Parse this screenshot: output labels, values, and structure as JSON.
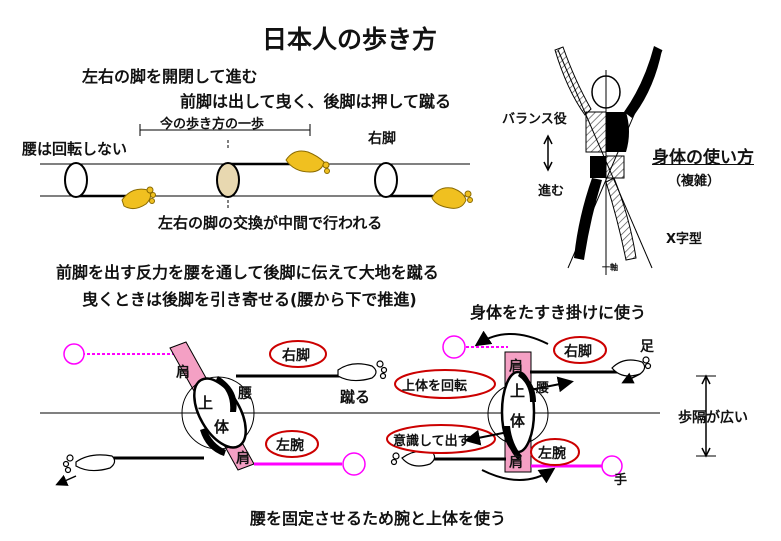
{
  "title": "日本人の歩き方",
  "top_diagram": {
    "line1": "左右の脚を開閉して進む",
    "line2": "前脚は出して曳く、後脚は押して蹴る",
    "step_label": "今の歩き方の一歩",
    "waist_label": "腰は回転しない",
    "right_leg_label": "右脚",
    "exchange_label": "左右の脚の交換が中間で行われる"
  },
  "figure": {
    "balance_label": "バランス役",
    "advance_label": "進む",
    "body_use_title": "身体の使い方",
    "body_use_sub": "（複雑）",
    "x_shape_label": "X字型",
    "axis_label": "一軸"
  },
  "middle_text": {
    "line1": "前脚を出す反力を腰を通して後脚に伝えて大地を蹴る",
    "line2": "曳くときは後脚を引き寄せる(腰から下で推進)"
  },
  "bottom_left": {
    "right_leg_label": "右脚",
    "left_arm_label": "左腕",
    "shoulder_top": "肩",
    "shoulder_bottom": "肩",
    "upper": "上",
    "body": "体",
    "waist": "腰",
    "kick": "蹴る"
  },
  "bottom_right": {
    "title": "身体をたすき掛けに使う",
    "right_leg_label": "右脚",
    "left_arm_label": "左腕",
    "rotate_label": "上体を回転",
    "intent_label": "意識して出す",
    "shoulder_top": "肩",
    "shoulder_bottom": "肩",
    "upper": "上",
    "body": "体",
    "waist": "腰",
    "foot_label": "足",
    "hand_label": "手"
  },
  "stride_label": "歩隔が広い",
  "footer": "腰を固定させるため腕と上体を使う",
  "colors": {
    "magenta": "#ff00ff",
    "pink": "#f4a0c4",
    "red_outline": "#cc0000",
    "foot_yellow": "#f0c020",
    "beige": "#e8d8b0"
  }
}
